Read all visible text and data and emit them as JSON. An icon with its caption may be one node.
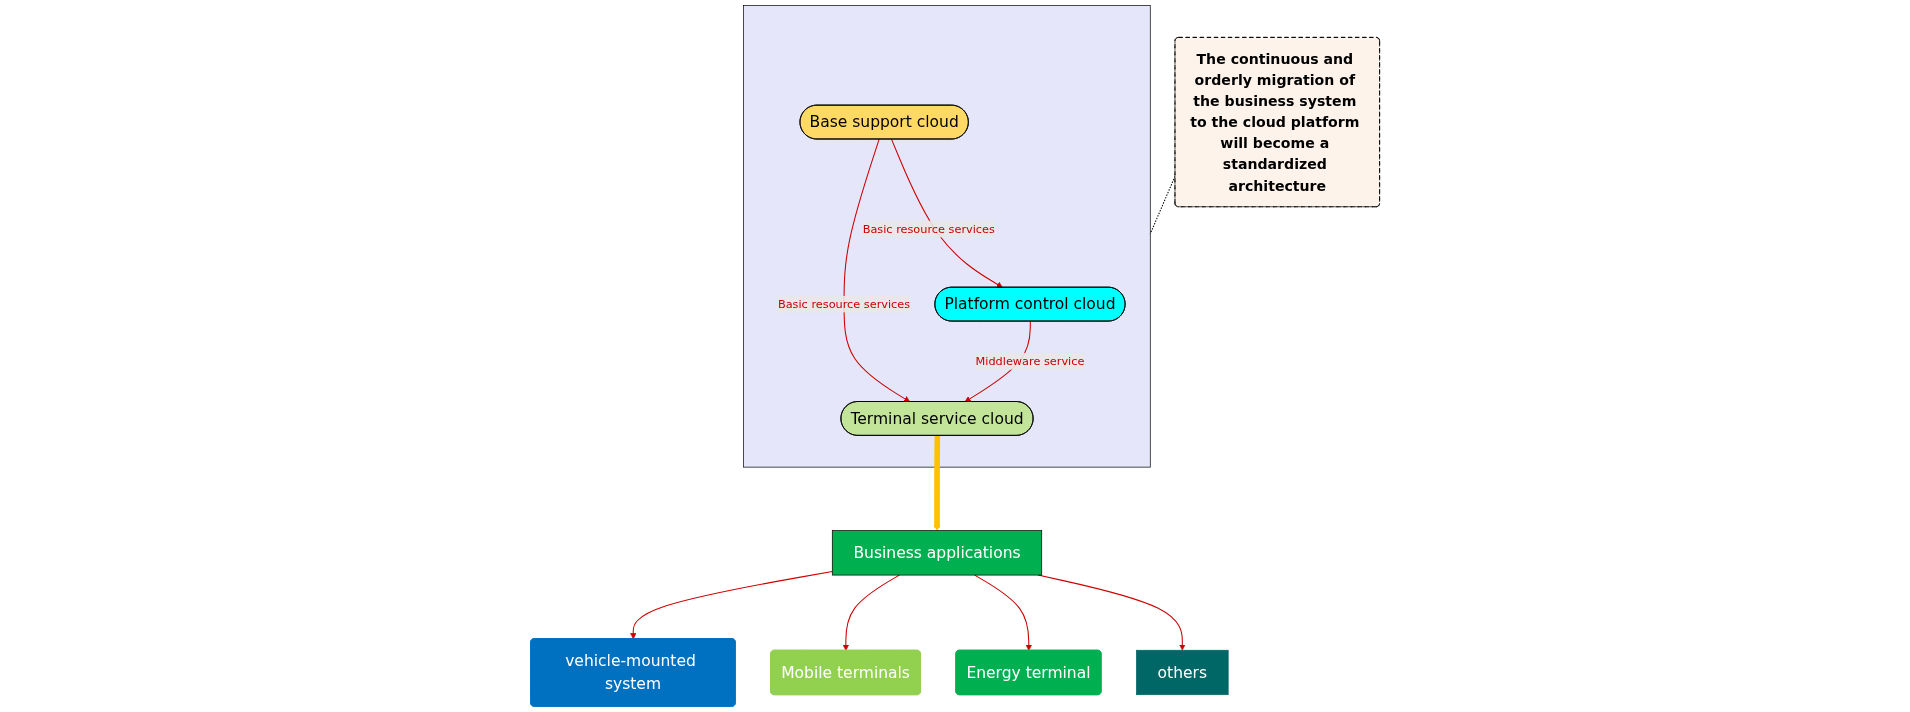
{
  "diagram": {
    "nodes": [
      {
        "text": [],
        "shape": "cloud"
      },
      {
        "text": [
          "Platform control cloud"
        ],
        "in": 0
      },
      {
        "text": [
          "Base support cloud"
        ],
        "in": 0
      },
      {
        "text": [
          "Terminal service cloud"
        ],
        "in": 0
      },
      {
        "text": [
          "The continuous and orderly migration of the business system to the cloud platform will become a standardized architecture"
        ]
      },
      {
        "text": [
          "Business applications"
        ]
      },
      {
        "text": [
          "others"
        ]
      },
      {
        "text": [
          "Energy terminal"
        ]
      },
      {
        "text": [
          "Mobile terminals"
        ]
      },
      {
        "text": [
          "vehicle-mounted system"
        ]
      }
    ],
    "edges": [
      {
        "from": 2,
        "to": 1,
        "arrow": "to",
        "label": "Basic resource services"
      },
      {
        "from": 1,
        "to": 3,
        "arrow": "to",
        "label": "Middleware service"
      },
      {
        "from": 2,
        "to": 3,
        "arrow": "to",
        "label": "Basic resource services"
      },
      {
        "from": 4,
        "to": 0,
        "arrow": "none",
        "style": "dashed",
        "color": "#000000"
      },
      {
        "from": 3,
        "to": 5,
        "arrow": "to",
        "style": "thick",
        "color": "#ffc000"
      },
      {
        "from": 5,
        "to": 6,
        "arrow": "to"
      },
      {
        "from": 5,
        "to": 7,
        "arrow": "to"
      },
      {
        "from": 5,
        "to": 8,
        "arrow": "to"
      },
      {
        "from": 5,
        "to": 9,
        "arrow": "to"
      }
    ]
  }
}
